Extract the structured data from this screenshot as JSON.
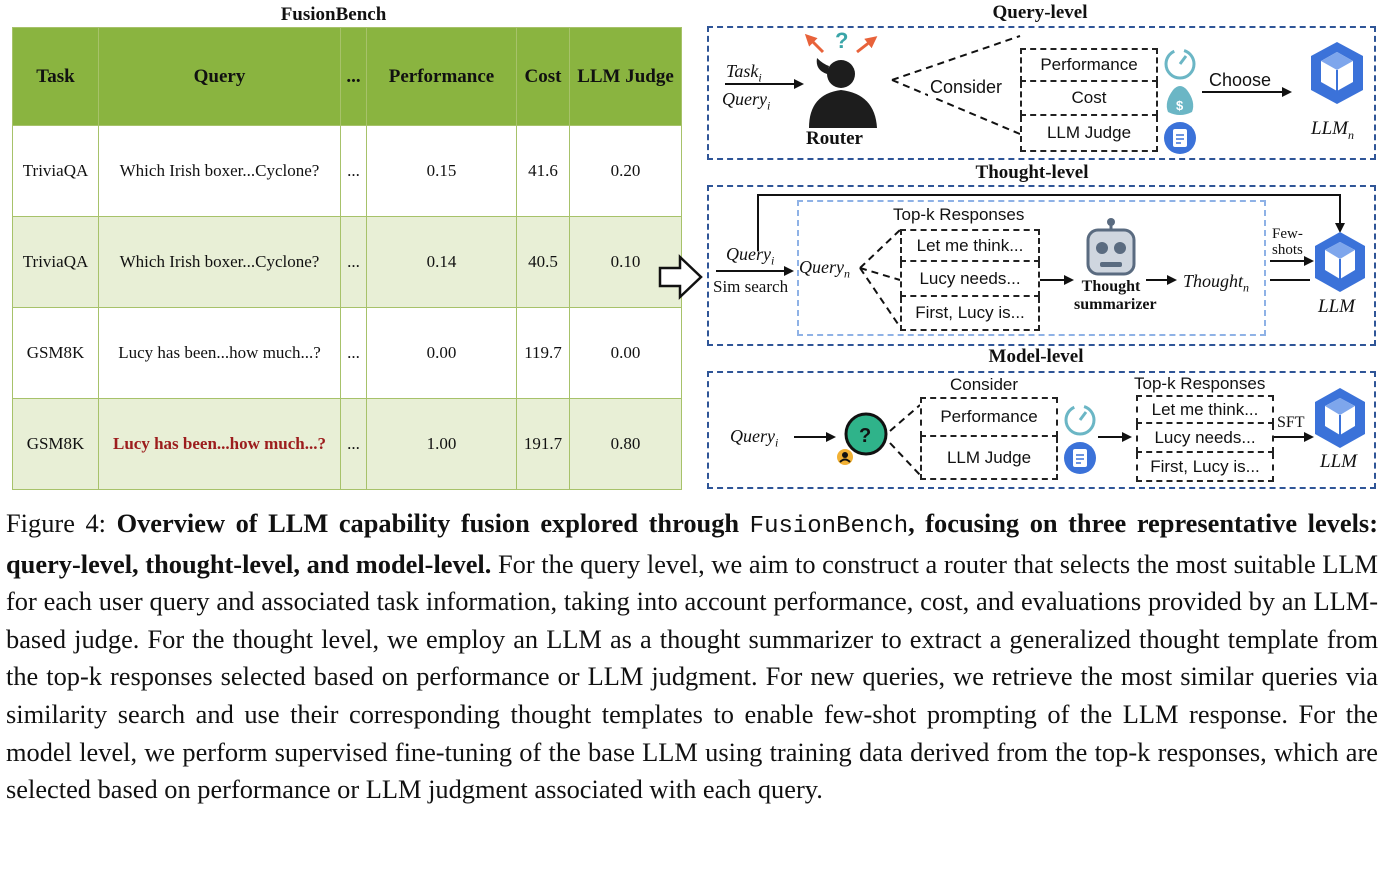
{
  "table": {
    "title": "FusionBench",
    "headers": [
      "Task",
      "Query",
      "...",
      "Performance",
      "Cost",
      "LLM Judge"
    ],
    "rows": [
      [
        "TriviaQA",
        "Which Irish boxer...Cyclone?",
        "...",
        "0.15",
        "41.6",
        "0.20"
      ],
      [
        "TriviaQA",
        "Which Irish boxer...Cyclone?",
        "...",
        "0.14",
        "40.5",
        "0.10"
      ],
      [
        "GSM8K",
        "Lucy has been...how much...?",
        "...",
        "0.00",
        "119.7",
        "0.00"
      ],
      [
        "GSM8K",
        "Lucy has been...how much...?",
        "...",
        "1.00",
        "191.7",
        "0.80"
      ]
    ]
  },
  "query_level": {
    "title": "Query-level",
    "task": "Task",
    "task_sub": "i",
    "query": "Query",
    "query_sub": "i",
    "router": "Router",
    "consider": "Consider",
    "criteria": [
      "Performance",
      "Cost",
      "LLM Judge"
    ],
    "choose": "Choose",
    "llm": "LLM",
    "llm_sub": "n"
  },
  "thought_level": {
    "title": "Thought-level",
    "query": "Query",
    "query_sub": "i",
    "sim_search": "Sim search",
    "query_n": "Query",
    "query_n_sub": "n",
    "topk": "Top-k Responses",
    "responses": [
      "Let me think...",
      "Lucy needs...",
      "First, Lucy is..."
    ],
    "summarizer_line1": "Thought",
    "summarizer_line2": "summarizer",
    "thought": "Thought",
    "thought_sub": "n",
    "few_shots_1": "Few-",
    "few_shots_2": "shots",
    "llm": "LLM"
  },
  "model_level": {
    "title": "Model-level",
    "query": "Query",
    "query_sub": "i",
    "consider": "Consider",
    "criteria": [
      "Performance",
      "LLM Judge"
    ],
    "topk": "Top-k Responses",
    "responses": [
      "Let me think...",
      "Lucy needs...",
      "First, Lucy is..."
    ],
    "sft": "SFT",
    "llm": "LLM"
  },
  "caption": {
    "figure_label": "Figure 4:",
    "bold_part1": "Overview of LLM capability fusion explored through",
    "code_name": "FusionBench",
    "bold_part2": ", focusing on three representative levels: query-level, thought-level, and model-level.",
    "body": " For the query level, we aim to construct a router that selects the most suitable LLM for each user query and associated task information, taking into account performance, cost, and evaluations provided by an LLM-based judge. For the thought level, we employ an LLM as a thought summarizer to extract a generalized thought template from the top-k responses selected based on performance or LLM judgment. For new queries, we retrieve the most similar queries via similarity search and use their corresponding thought templates to enable few-shot prompting of the LLM response.  For the model level, we perform supervised fine-tuning of the base LLM using training data derived from the top-k responses, which are selected based on performance or LLM judgment associated with each query."
  },
  "colors": {
    "header_green": "#8ab440",
    "row_alt": "#e8efd6",
    "panel_blue": "#2f5597",
    "llm_blue": "#3b72d9",
    "highlight_red": "#9c1d1d",
    "arrow_orange": "#e8623a",
    "icon_teal": "#6bb6c5"
  },
  "icons": [
    "router-person-icon",
    "llm-cube-icon",
    "robot-icon",
    "question-bubble-icon",
    "gauge-icon",
    "money-bag-icon",
    "judge-document-icon",
    "hollow-arrow-icon"
  ]
}
